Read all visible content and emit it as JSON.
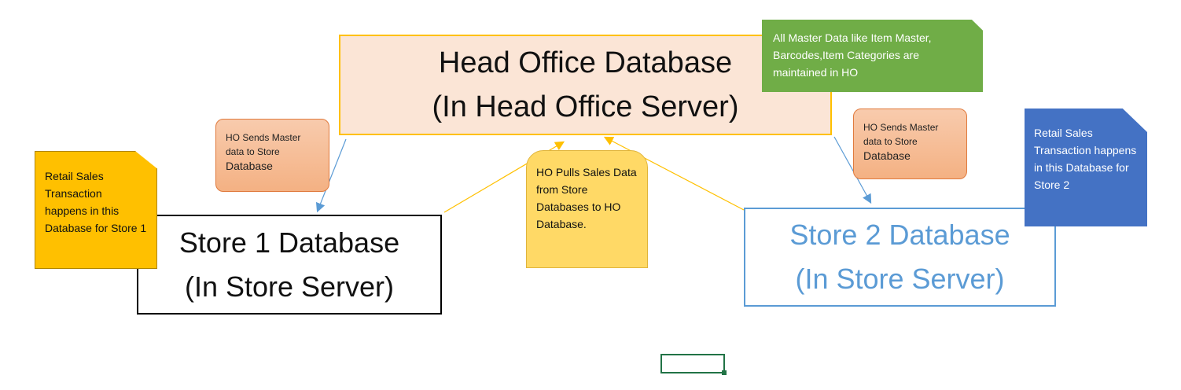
{
  "head_office": {
    "line1": "Head Office Database",
    "line2": "(In Head Office Server)"
  },
  "store1": {
    "line1": "Store 1 Database",
    "line2": "(In Store Server)"
  },
  "store2": {
    "line1": "Store 2 Database",
    "line2": "(In Store Server)"
  },
  "notes": {
    "master_data": [
      "All Master Data like Item",
      "Master, Barcodes,Item",
      "Categories are maintained in HO"
    ],
    "store1_sales": [
      "Retail Sales",
      "Transaction",
      "happens in this",
      "Database for",
      "Store 1"
    ],
    "store2_sales": [
      "Retail Sales",
      "Transaction",
      "happens in this",
      "Database for",
      "Store 2"
    ],
    "pull_sales": [
      "HO Pulls Sales",
      "Data from",
      "Store",
      "Databases to",
      "HO Database."
    ]
  },
  "callouts": {
    "left": {
      "line1": "HO Sends Master",
      "line2": "data to Store",
      "line3": "Database"
    },
    "right": {
      "line1": "HO Sends Master",
      "line2": "data to Store",
      "line3": "Database"
    }
  },
  "colors": {
    "ho_fill": "#fbe5d6",
    "ho_border": "#ffc000",
    "store2_text": "#5b9bd5",
    "master_note": "#70ad47",
    "store1_note": "#ffc000",
    "store2_note": "#4472c4",
    "pull_note": "#ffd966",
    "callout": "#f4b183",
    "blue_arrow": "#5b9bd5",
    "gold_arrow": "#ffc000",
    "cell_selection": "#217346"
  }
}
